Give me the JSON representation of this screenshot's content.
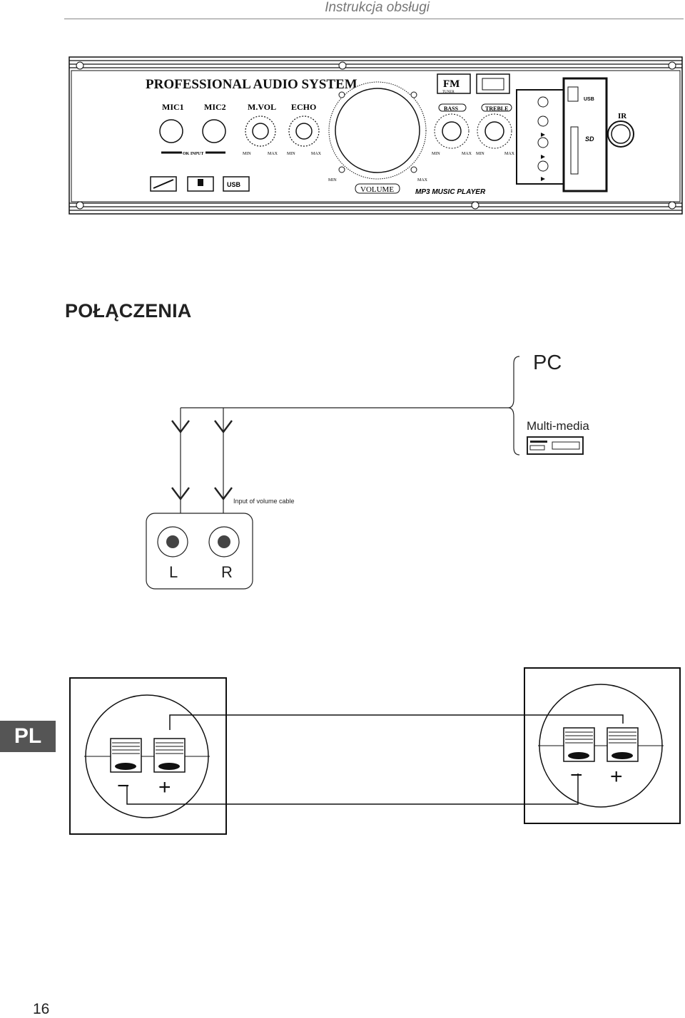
{
  "header": {
    "title": "Instrukcja obsługi"
  },
  "section": {
    "title": "POŁĄCZENIA"
  },
  "badge": {
    "lang": "PL"
  },
  "footer": {
    "page_number": "16"
  },
  "panel": {
    "title": "PROFESSIONAL AUDIO SYSTEM",
    "mic1": "MIC1",
    "mic2": "MIC2",
    "mvol": "M.VOL",
    "echo": "ECHO",
    "ok_input": "OK INPUT",
    "min": "MIN",
    "max": "MAX",
    "volume": "VOLUME",
    "bass": "BASS",
    "treble": "TREBLE",
    "fm_logo": "FM",
    "fm_sub": "TUNER",
    "mp3_player": "MP3 MUSIC PLAYER",
    "usb": "USB",
    "sd": "SD",
    "ir": "IR"
  },
  "diagram": {
    "pc": "PC",
    "multimedia": "Multi-media",
    "input_cable": "Input of volume cable",
    "left": "L",
    "right": "R",
    "minus": "−",
    "plus": "+"
  }
}
